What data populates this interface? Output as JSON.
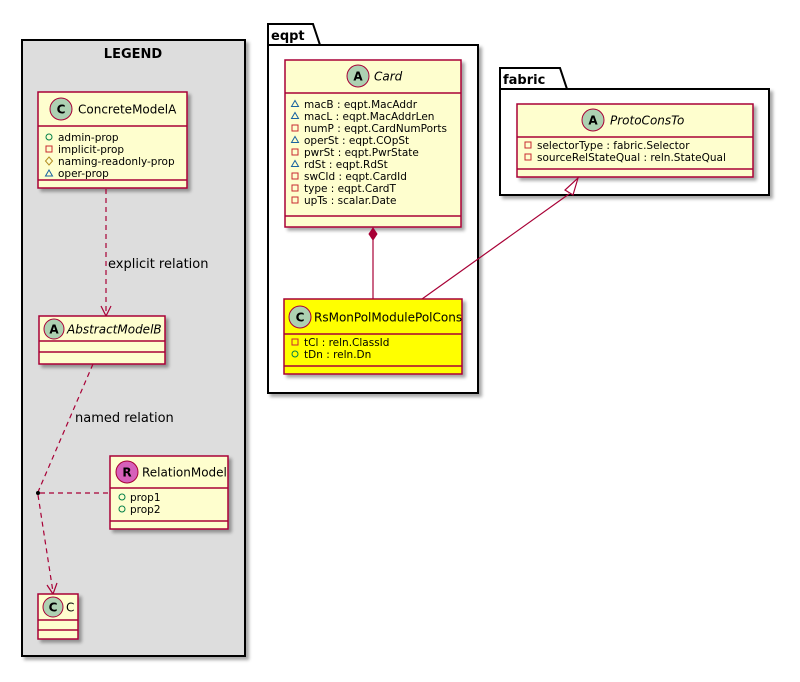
{
  "legend": {
    "title": "LEGEND",
    "concrete_model": {
      "stereotype_letter": "C",
      "name": "ConcreteModelA",
      "attributes": [
        {
          "visibility": "+",
          "text": "admin-prop"
        },
        {
          "visibility": "-",
          "text": "implicit-prop"
        },
        {
          "visibility": "#",
          "text": "naming-readonly-prop"
        },
        {
          "visibility": "~",
          "text": "oper-prop"
        }
      ]
    },
    "abstract_model": {
      "stereotype_letter": "A",
      "name": "AbstractModelB"
    },
    "relation_model": {
      "stereotype_letter": "R",
      "name": "RelationModel",
      "attributes": [
        {
          "visibility": "+",
          "text": "prop1"
        },
        {
          "visibility": "+",
          "text": "prop2"
        }
      ]
    },
    "target_class": {
      "stereotype_letter": "C",
      "name": "C"
    },
    "explicit_relation_label": "explicit relation",
    "named_relation_label": "named relation"
  },
  "packages": {
    "eqpt": {
      "name": "eqpt",
      "card": {
        "stereotype_letter": "A",
        "name": "Card",
        "attributes": [
          {
            "visibility": "~",
            "text": "macB : eqpt.MacAddr"
          },
          {
            "visibility": "~",
            "text": "macL : eqpt.MacAddrLen"
          },
          {
            "visibility": "-",
            "text": "numP : eqpt.CardNumPorts"
          },
          {
            "visibility": "~",
            "text": "operSt : eqpt.COpSt"
          },
          {
            "visibility": "-",
            "text": "pwrSt : eqpt.PwrState"
          },
          {
            "visibility": "~",
            "text": "rdSt : eqpt.RdSt"
          },
          {
            "visibility": "-",
            "text": "swCId : eqpt.CardId"
          },
          {
            "visibility": "-",
            "text": "type : eqpt.CardT"
          },
          {
            "visibility": "-",
            "text": "upTs : scalar.Date"
          }
        ]
      },
      "rs_mon": {
        "stereotype_letter": "C",
        "name": "RsMonPolModulePolCons",
        "attributes": [
          {
            "visibility": "-",
            "text": "tCl : reln.ClassId"
          },
          {
            "visibility": "+",
            "text": "tDn : reln.Dn"
          }
        ]
      }
    },
    "fabric": {
      "name": "fabric",
      "proto": {
        "stereotype_letter": "A",
        "name": "ProtoConsTo",
        "attributes": [
          {
            "visibility": "-",
            "text": "selectorType : fabric.Selector"
          },
          {
            "visibility": "-",
            "text": "sourceRelStateQual : reln.StateQual"
          }
        ]
      }
    }
  },
  "colors": {
    "class_fill": "#FEFECE",
    "class_border": "#A80036",
    "highlight_fill": "#FFFF00",
    "legend_fill": "#DDDDDD",
    "badge_class": "#ADD1B2",
    "badge_relation": "#D660BA",
    "icon_public": "#038048",
    "icon_private": "#C82930",
    "icon_protected": "#B38D22",
    "icon_package": "#1963A0"
  },
  "icons": {
    "public": "filled-circle-icon",
    "private": "square-icon",
    "protected": "diamond-icon",
    "package": "triangle-icon"
  }
}
